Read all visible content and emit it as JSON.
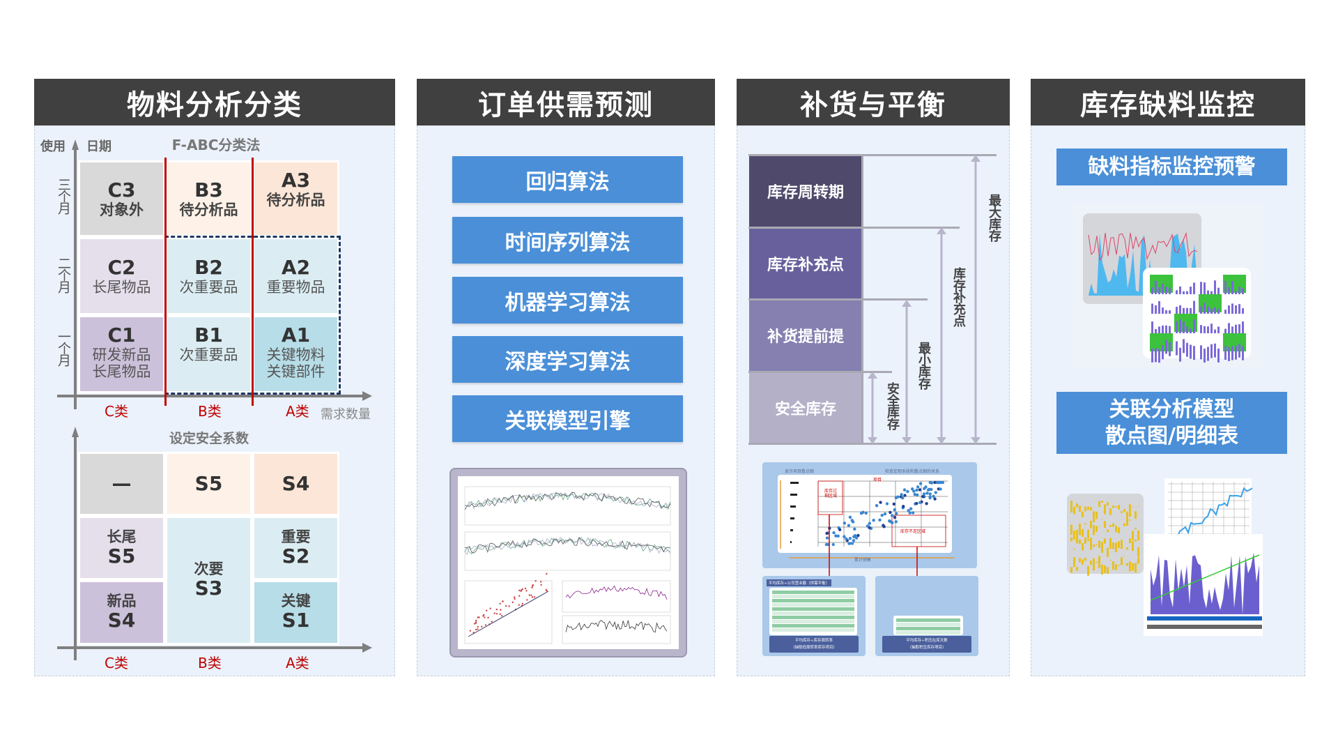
{
  "panels": [
    {
      "title": "物料分析分类"
    },
    {
      "title": "订单供需预测"
    },
    {
      "title": "补货与平衡"
    },
    {
      "title": "库存缺料监控"
    }
  ],
  "fabc": {
    "y_axis": "使用",
    "y_axis2": "日期",
    "title": "F-ABC分类法",
    "x_axis": "需求数量",
    "rows": [
      "三个月",
      "二个月",
      "一个月"
    ],
    "cols": [
      "C类",
      "B类",
      "A类"
    ],
    "cells": {
      "c3": {
        "k": "C3",
        "t": "对象外"
      },
      "b3": {
        "k": "B3",
        "t": "待分析品"
      },
      "a3": {
        "k": "A3",
        "t": "待分析品"
      },
      "c2": {
        "k": "C2",
        "t": "长尾物品"
      },
      "b2": {
        "k": "B2",
        "t": "次重要品"
      },
      "a2": {
        "k": "A2",
        "t": "重要物品"
      },
      "c1": {
        "k": "C1",
        "t": "研发新品",
        "t2": "长尾物品"
      },
      "b1": {
        "k": "B1",
        "t": "次重要品"
      },
      "a1": {
        "k": "A1",
        "t": "关键物料",
        "t2": "关键部件"
      }
    }
  },
  "safety": {
    "title": "设定安全系数",
    "cols": [
      "C类",
      "B类",
      "A类"
    ],
    "cells": {
      "c3": {
        "k": "—"
      },
      "b3": {
        "k": "S5"
      },
      "a3": {
        "k": "S4"
      },
      "c2": {
        "t": "长尾",
        "k": "S5"
      },
      "b": {
        "t": "次要",
        "k": "S3"
      },
      "a2": {
        "t": "重要",
        "k": "S2"
      },
      "c1": {
        "t": "新品",
        "k": "S4"
      },
      "a1": {
        "t": "关键",
        "k": "S1"
      }
    }
  },
  "forecast": {
    "buttons": [
      "回归算法",
      "时间序列算法",
      "机器学习算法",
      "深度学习算法",
      "关联模型引擎"
    ]
  },
  "replenish": {
    "levels": [
      "库存周转期",
      "库存补充点",
      "补货提前提",
      "安全库存"
    ],
    "level_colors": [
      "#4f4a6b",
      "#67609c",
      "#8580b0",
      "#b4b0c8"
    ],
    "dims": [
      "安全库存",
      "最小库存",
      "库存补充点",
      "最大库存"
    ],
    "scatter": {
      "top_left": "显示项目散点图",
      "top_right": "检查定观系统和散点图的关系",
      "item": "项目",
      "over": "库存过剩区域",
      "under": "库存不足区域",
      "x_axis": "累计销售",
      "box1_title": "平均库存÷公司营业额（供需平衡）",
      "box1_foot": "平均库存÷库存周转率",
      "box1_foot2": "（抽取低周转率库存项目）",
      "box2_foot": "平均库存÷积压在库天数",
      "box2_foot2": "（抽取积压库存项目）"
    }
  },
  "monitor": {
    "banner1": "缺料指标监控预警",
    "banner2a": "关联分析模型",
    "banner2b": "散点图/明细表"
  },
  "colors": {
    "header": "#404040",
    "accent_blue": "#4a8fd8",
    "red": "#c00000",
    "panel_bg": "#ebf2fb"
  }
}
